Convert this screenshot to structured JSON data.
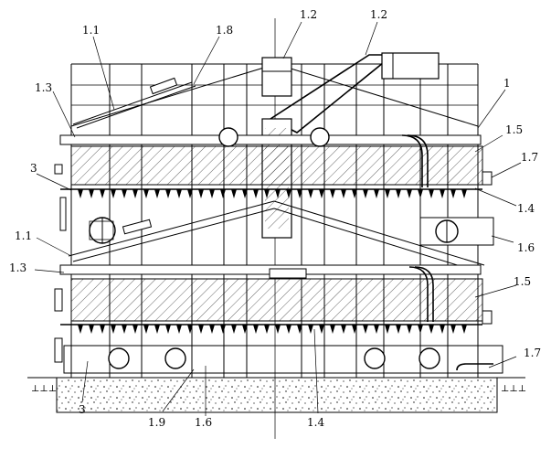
{
  "labels": {
    "l_1_1_top": "1.1",
    "l_1_8": "1.8",
    "l_1_2_a": "1.2",
    "l_1_2_b": "1.2",
    "l_1": "1",
    "l_1_3_top": "1.3",
    "l_1_5_top": "1.5",
    "l_1_7_top": "1.7",
    "l_3_top": "3",
    "l_1_4_top": "1.4",
    "l_1_1_mid": "1.1",
    "l_1_6_right": "1.6",
    "l_1_3_mid": "1.3",
    "l_1_5_mid": "1.5",
    "l_1_7_bot": "1.7",
    "l_3_bot": "3",
    "l_1_9": "1.9",
    "l_1_6_bot": "1.6",
    "l_1_4_bot": "1.4"
  }
}
